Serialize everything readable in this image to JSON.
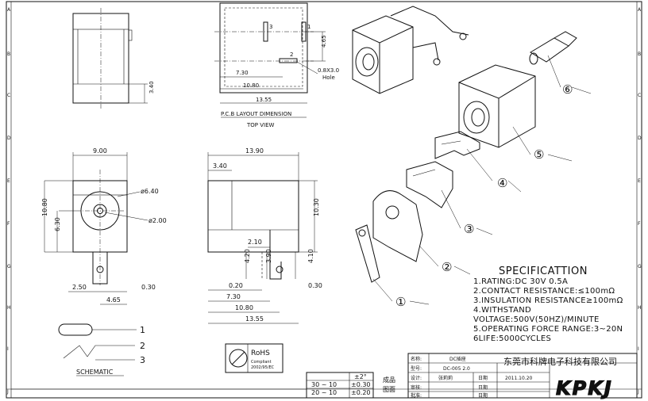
{
  "border": {
    "left_letters": [
      "A",
      "B",
      "C",
      "D",
      "E",
      "F",
      "G",
      "H",
      "I",
      "J"
    ],
    "right_letters": [
      "A",
      "B",
      "C",
      "D",
      "E",
      "F",
      "G",
      "H",
      "I",
      "J"
    ]
  },
  "top_view": {
    "pin3": "3",
    "pin1": "1",
    "pin2": "2",
    "dim_465": "4.65",
    "dim_730": "7.30",
    "dim_1080": "10.80",
    "dim_1355": "13.55",
    "hole_size": "0.8X3.0",
    "hole_label": "Hole",
    "caption_main": "P.C.B LAYOUT DIMENSION",
    "caption_sub": "TOP VIEW"
  },
  "side_small": {
    "dim_340": "3.40"
  },
  "front_view": {
    "dim_900": "9.00",
    "dim_640": "ø6.40",
    "dim_200": "ø2.00",
    "dim_1080": "10.80",
    "dim_630": "6.30",
    "dim_250": "2.50",
    "dim_030": "0.30",
    "dim_465": "4.65"
  },
  "side_view": {
    "dim_1390": "13.90",
    "dim_340": "3.40",
    "dim_1030": "10.30",
    "dim_210": "2.10",
    "dim_420": "4.20",
    "dim_390": "3.90",
    "dim_410": "4.10",
    "dim_020": "0.20",
    "dim_030": "0.30",
    "dim_730": "7.30",
    "dim_1080": "10.80",
    "dim_1355": "13.55"
  },
  "exploded": {
    "callouts": [
      "①",
      "②",
      "③",
      "④",
      "⑤",
      "⑥"
    ]
  },
  "specification": {
    "heading": "SPECIFICATTION",
    "lines": [
      "1.RATING:DC  30V  0.5A",
      "2.CONTACT  RESISTANCE:≤100mΩ",
      "3.INSULATION  RESISTANCE≥100mΩ",
      "4.WITHSTAND",
      "VOLTAGE:500V(50HZ)/MINUTE",
      "5.OPERATING  FORCE  RANGE:3~20N",
      "6LIFE:5000CYCLES"
    ]
  },
  "schematic": {
    "label": "SCHEMATIC",
    "pins": [
      "1",
      "2",
      "3"
    ]
  },
  "rohs": {
    "title": "RoHS",
    "sub1": "Compliant",
    "sub2": "2002/95/EC"
  },
  "tolerance_table": {
    "head_tol": "±2°",
    "rows": [
      {
        "range": "30 ~ 10",
        "tol": "±0.30"
      },
      {
        "range": "20 ~ 10",
        "tol": "±0.20"
      }
    ],
    "product_label_1": "成品",
    "product_label_2": "图面"
  },
  "title_block": {
    "name_label": "名称:",
    "name_value": "DC插座",
    "model_label": "型号:",
    "model_value": "DC-005  2.0",
    "design_label": "设计:",
    "design_value": "张莉莉",
    "check_label": "审核:",
    "approve_label": "批准:",
    "date_label": "日期",
    "date_value": "2011.10.20",
    "company": "东莞市科牌电子科技有限公司",
    "logo": "KPKJ"
  }
}
